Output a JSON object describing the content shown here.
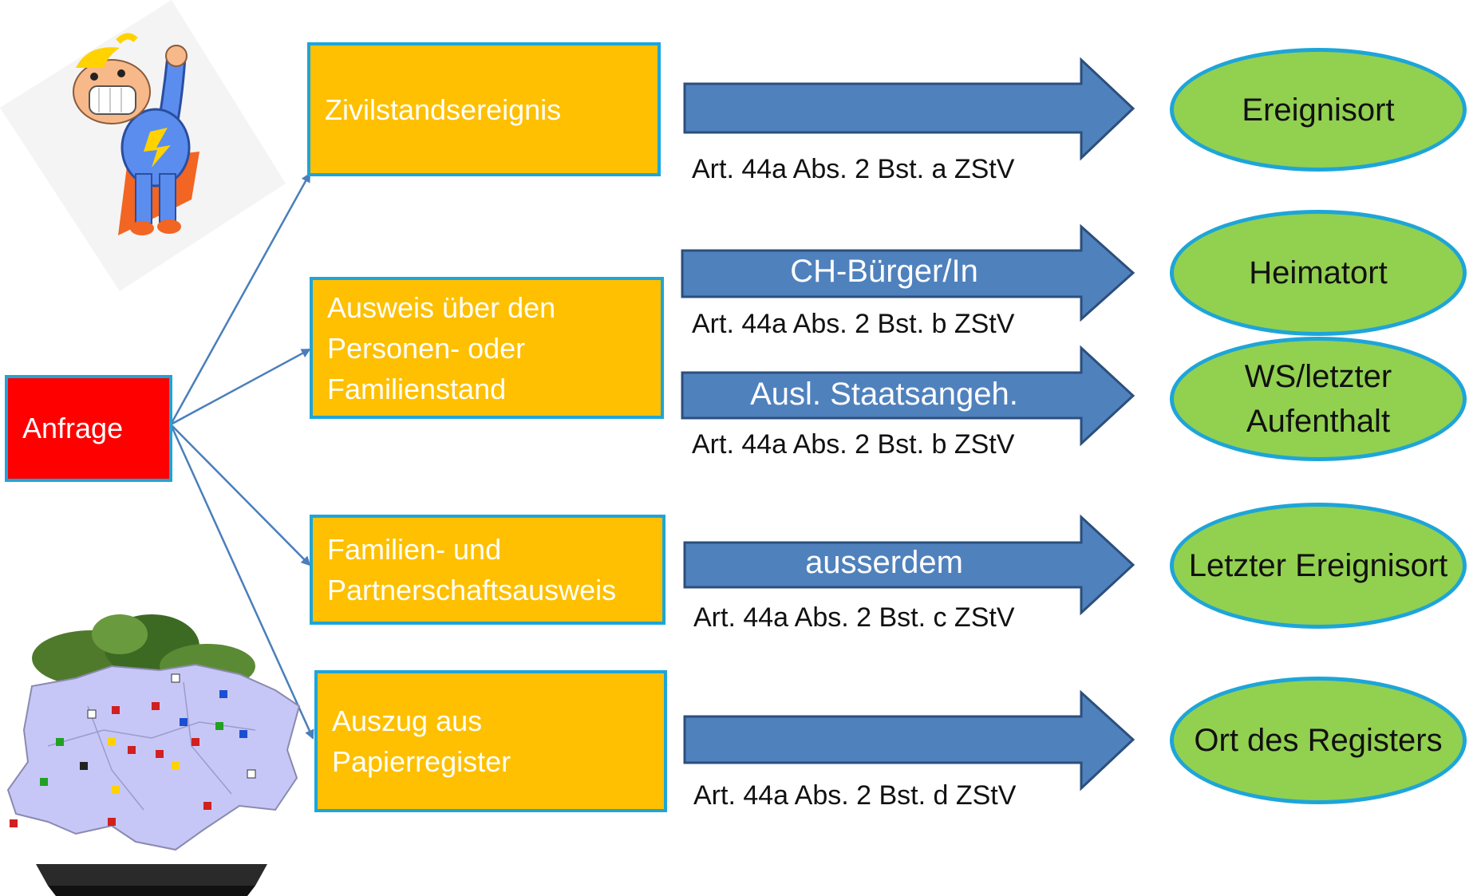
{
  "start": {
    "label": "Anfrage"
  },
  "boxes": [
    {
      "label": "Zivilstandsereignis"
    },
    {
      "label": "Ausweis über den Personen- oder Familienstand"
    },
    {
      "label": "Familien- und Partnerschaftsausweis"
    },
    {
      "label": "Auszug aus Papierregister"
    }
  ],
  "arrows": [
    {
      "label": "",
      "legal_ref": "Art. 44a Abs. 2 Bst. a ZStV"
    },
    {
      "label": "CH-Bürger/In",
      "legal_ref": "Art. 44a Abs. 2 Bst. b ZStV"
    },
    {
      "label": "Ausl. Staatsangeh.",
      "legal_ref": "Art. 44a Abs. 2 Bst. b ZStV"
    },
    {
      "label": "ausserdem",
      "legal_ref": "Art. 44a Abs. 2 Bst. c ZStV"
    },
    {
      "label": "",
      "legal_ref": "Art. 44a Abs. 2 Bst. d ZStV"
    }
  ],
  "targets": [
    {
      "label": "Ereignisort"
    },
    {
      "label": "Heimatort"
    },
    {
      "label": "WS/letzter Aufenthalt"
    },
    {
      "label": "Letzter Ereignisort"
    },
    {
      "label": "Ort des Registers"
    }
  ],
  "colors": {
    "box_fill": "#fec000",
    "box_border": "#1ea5d8",
    "start_fill": "#ff0000",
    "arrow_fill": "#4f81bd",
    "arrow_border": "#2c4f7c",
    "oval_fill": "#92d050",
    "connector": "#4a7ebb"
  },
  "illustrations": [
    "superhero-clipart",
    "swiss-map-bonsai"
  ]
}
